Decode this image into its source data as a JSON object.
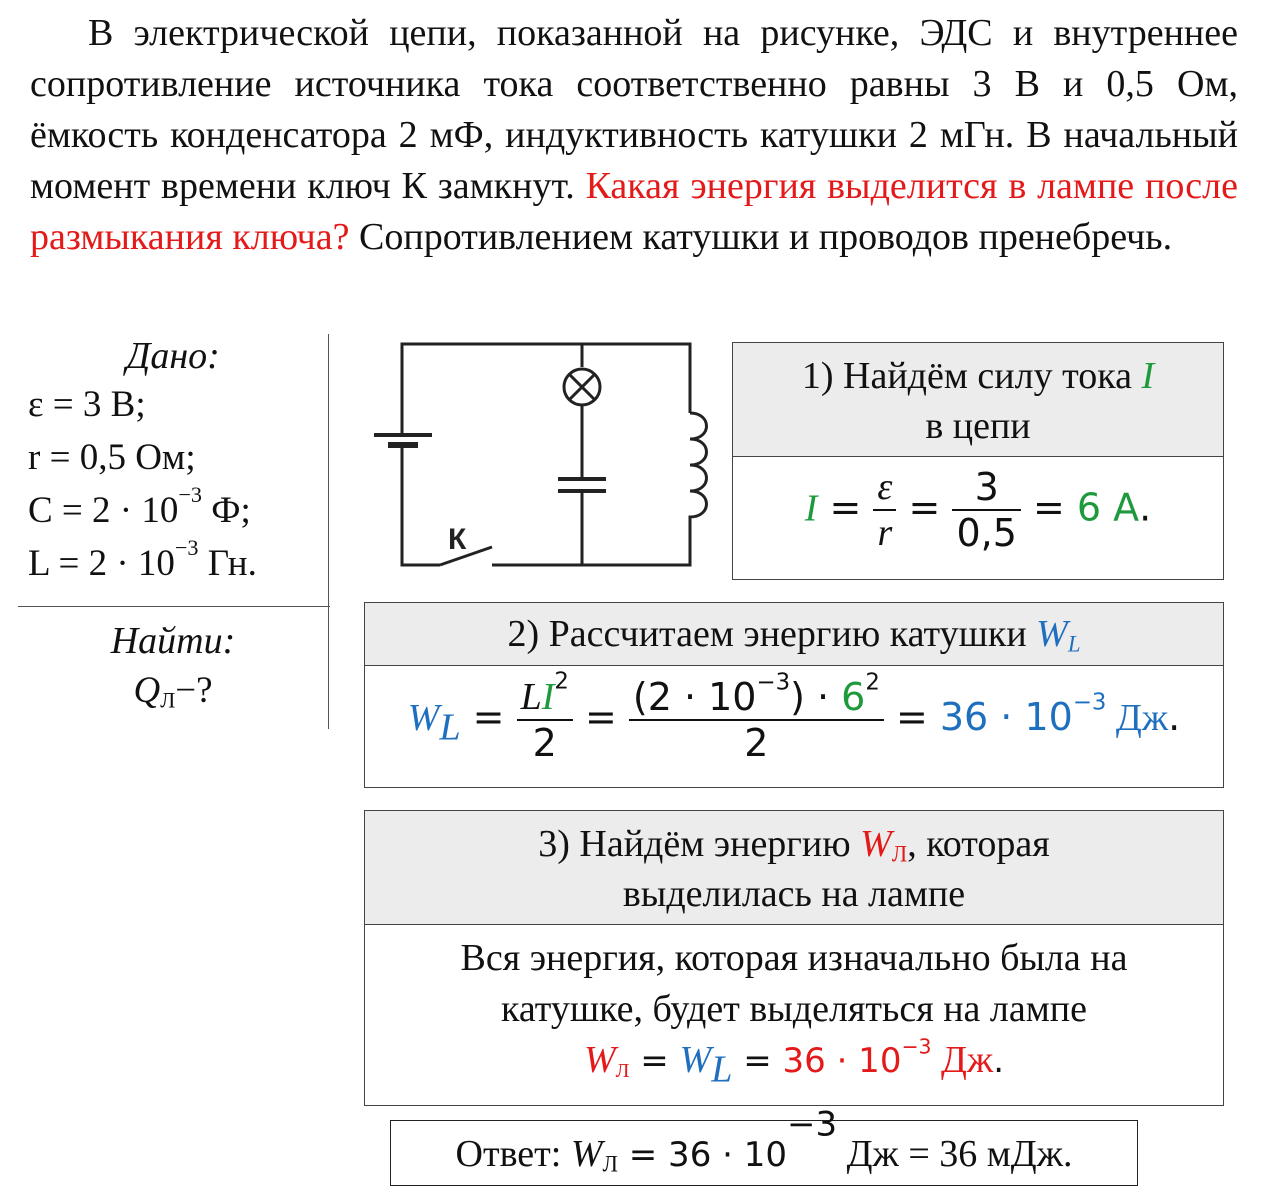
{
  "problem": {
    "text_black_1": "В электрической цепи, показанной на рисунке, ЭДС и внутреннее сопротивление источника тока соответственно равны 3 В и 0,5 Ом, ёмкость конденсатора 2 мФ, индуктивность катушки 2 мГн. В начальный момент времени ключ К замкнут.",
    "text_red": "Какая энергия выделится в лампе после размыкания ключа?",
    "text_black_2": "Сопротивлением катушки и проводов пренебречь."
  },
  "given": {
    "header": "Дано:",
    "lines": [
      "ε = 3 В;",
      "r = 0,5 Ом;",
      "C = 2 · 10",
      "L = 2 · 10"
    ],
    "exp": "−3",
    "c_unit": " Ф;",
    "l_unit": " Гн.",
    "find_header": "Найти:",
    "find_q": "Q",
    "find_sub": "Л",
    "find_tail": "−?"
  },
  "circuit": {
    "key_label": "К"
  },
  "step1": {
    "head_pre": "1) Найдём силу тока ",
    "head_var": "I",
    "head_post": "в цепи",
    "I": "I",
    "eq": "=",
    "eps": "ε",
    "r": "r",
    "num": "3",
    "den": "0,5",
    "result": "6 А",
    "dot": "."
  },
  "step2": {
    "head_pre": "2) Рассчитаем энергию катушки ",
    "W": "W",
    "L_sub": "L",
    "frac1_L": "L",
    "frac1_I": "I",
    "sq": "2",
    "frac1_den": "2",
    "frac2_num_pre": "(2 · 10",
    "frac2_exp": "−3",
    "frac2_num_mid": ") · ",
    "frac2_six": "6",
    "frac2_den": "2",
    "result": "36 · 10",
    "result_exp": "−3",
    "result_unit": " Дж",
    "dot": "."
  },
  "step3": {
    "head_pre": "3) Найдём энергию ",
    "W": "W",
    "sub": "Л",
    "head_post1": ", которая",
    "head_post2": "выделилась на лампе",
    "body1": "Вся энергия, которая изначально была на",
    "body2": "катушке, будет  выделяться на лампе",
    "L_sub": "L",
    "result": "36 · 10",
    "result_exp": "−3",
    "result_unit": " Дж",
    "dot": "."
  },
  "answer": {
    "label": "Ответ: ",
    "W": "W",
    "sub": "Л",
    "mid": " = 36 · 10",
    "exp": "−3",
    "tail": " Дж = 36 мДж."
  },
  "colors": {
    "red": "#e41a1a",
    "green": "#1e9a3c",
    "blue": "#1f6fbf"
  }
}
